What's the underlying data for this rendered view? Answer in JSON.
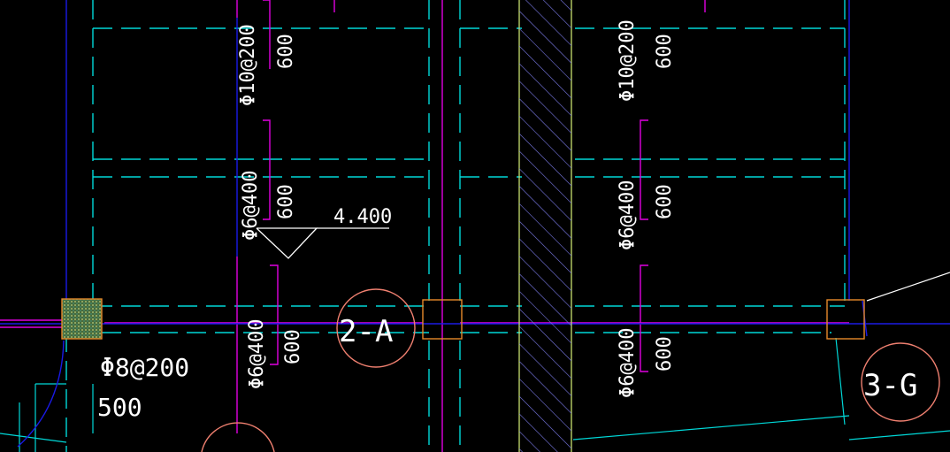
{
  "colors": {
    "background": "#000000",
    "cyan": "#00d8d8",
    "magenta": "#e000e0",
    "blue": "#1a1ae6",
    "white": "#ffffff",
    "orange": "#e88a2a",
    "salmon": "#f08070",
    "hatch": "#7a7ae8",
    "yellow_green": "#c8e070",
    "fill_green": "#6a8a50"
  },
  "annotations": {
    "rebar_top_left": "Φ10@200",
    "len_top_left": "600",
    "rebar_top_right": "Φ10@200",
    "len_top_right": "600",
    "rebar_mid_left": "Φ6@400",
    "len_mid_left": "600",
    "rebar_mid_right": "Φ6@400",
    "len_mid_right": "600",
    "rebar_low_left": "Φ6@400",
    "len_low_left": "600",
    "rebar_low_right": "Φ6@400",
    "len_low_right": "600",
    "elevation": "4.400",
    "rebar_bottom": "Φ8@200",
    "len_bottom": "500",
    "section_2a": "2-A",
    "section_3g": "3-G"
  }
}
